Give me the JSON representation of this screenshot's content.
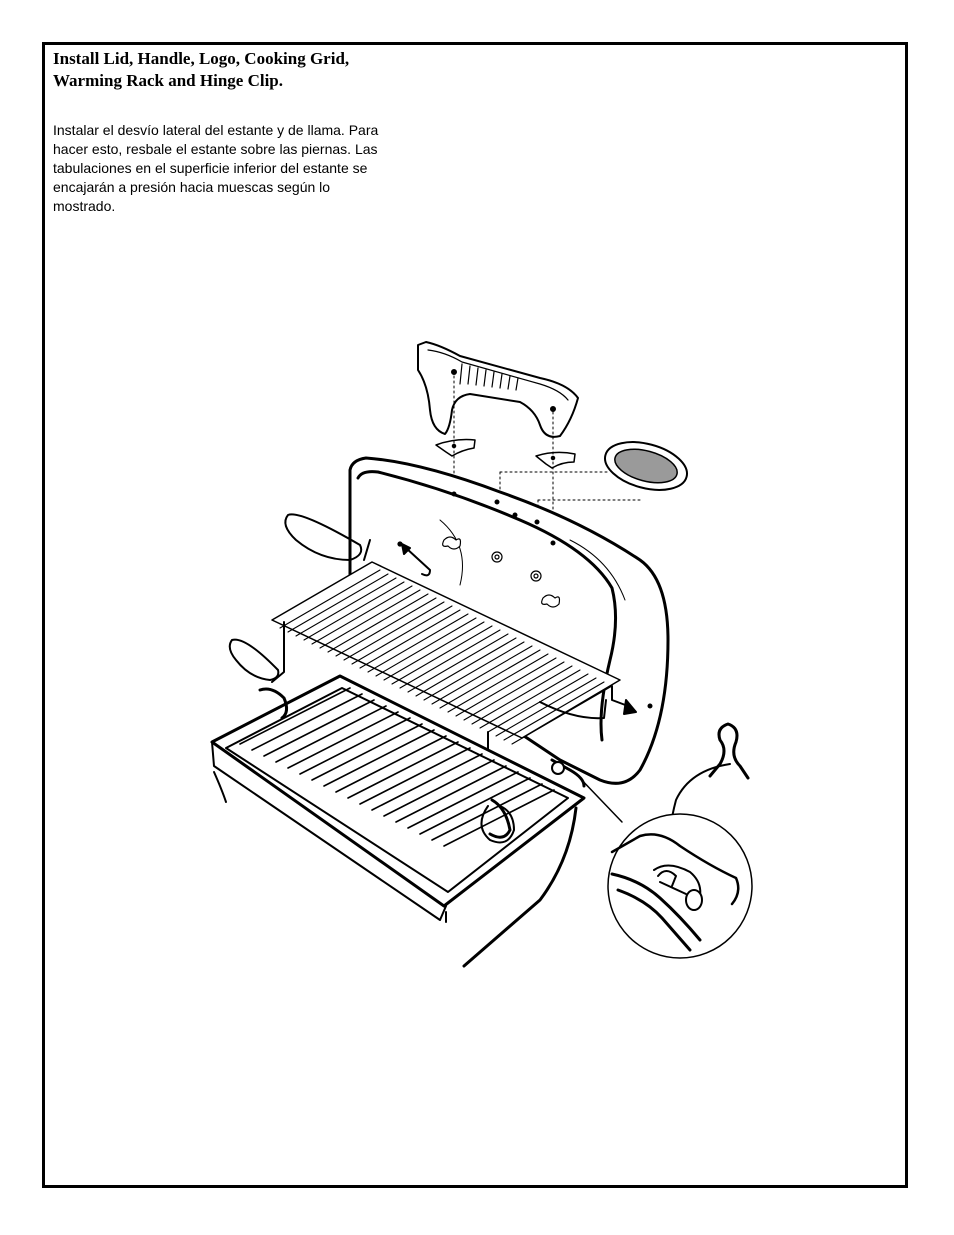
{
  "section": {
    "title": "Install Lid, Handle, Logo, Cooking Grid, Warming Rack and Hinge Clip.",
    "body": "Instalar el desvío lateral del estante y de llama. Para hacer esto, resbale el estante sobre las piernas. Las tabulaciones en el superficie inferior del estante se encajarán a presión hacia muescas según lo mostrado."
  },
  "illustration": {
    "parts": [
      "handle",
      "handle-brackets",
      "logo-badge",
      "lid",
      "wing-nuts",
      "warming-rack",
      "cooking-grid",
      "firebox",
      "hinge-clip",
      "hinge-detail-callout"
    ]
  }
}
